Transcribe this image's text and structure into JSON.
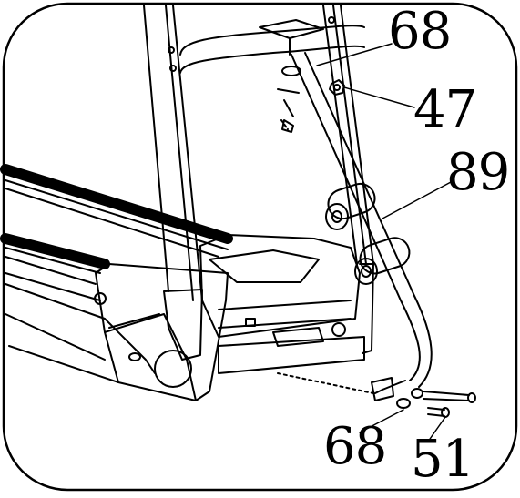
{
  "diagram": {
    "callouts": [
      {
        "id": "68-top",
        "text": "68"
      },
      {
        "id": "47",
        "text": "47"
      },
      {
        "id": "89",
        "text": "89"
      },
      {
        "id": "68-bottom",
        "text": "68"
      },
      {
        "id": "51",
        "text": "51"
      }
    ]
  },
  "colors": {
    "line": "#000000",
    "background": "#ffffff"
  }
}
